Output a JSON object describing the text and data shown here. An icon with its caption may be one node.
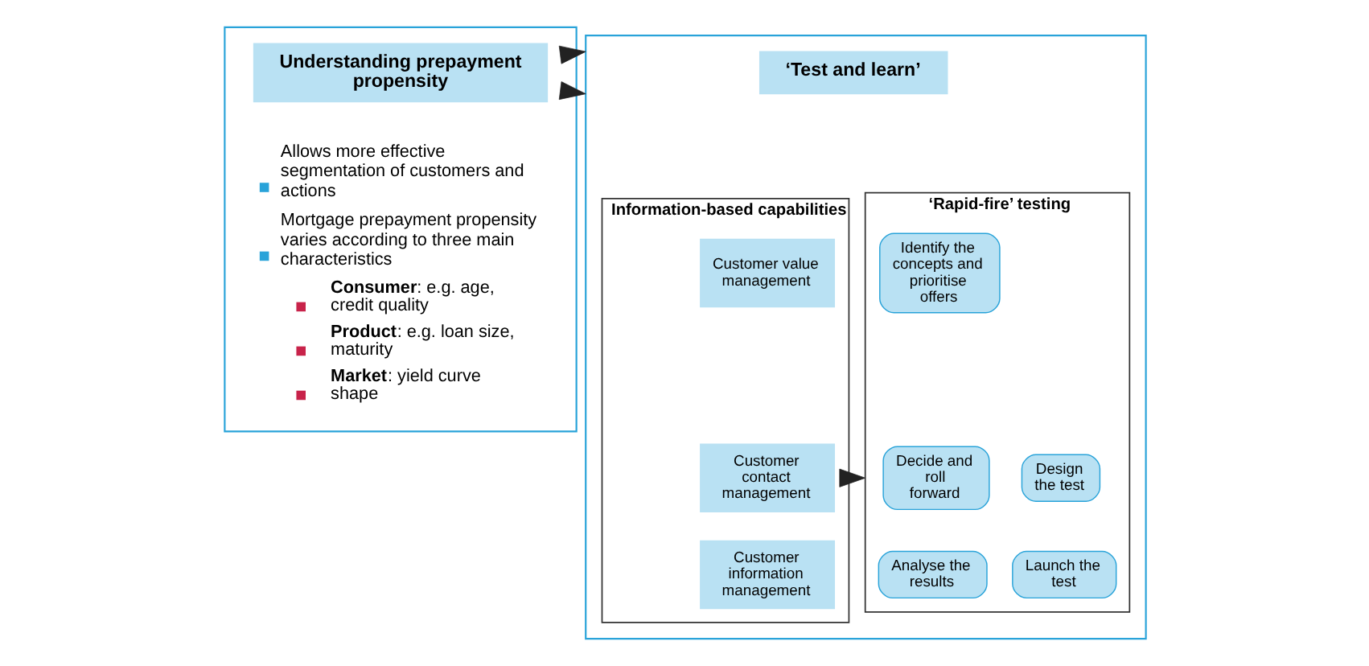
{
  "diagram": {
    "nodes": [
      {
        "text": [
          "Allows more effective segmentation of customers and actions",
          "Mortgage prepayment propensity varies according to three main characteristics",
          "**Consumer**: e.g. age, credit quality",
          "**Product**: e.g. loan size, maturity",
          "**Market**: yield curve shape"
        ]
      },
      {
        "text": [
          "Understanding prepayment propensity"
        ],
        "in": 0
      },
      {
        "text": [],
        "shape": "box"
      },
      {
        "text": [
          "‘Test and learn’"
        ],
        "in": 2
      },
      {
        "text": [
          "Information-based capabilities"
        ],
        "in": 2
      },
      {
        "text": [
          "Customer value management"
        ],
        "in": 4
      },
      {
        "text": [
          "Customer contact management"
        ],
        "in": 4
      },
      {
        "text": [
          "Customer information management"
        ],
        "in": 4
      },
      {
        "text": [
          "‘Rapid-fire’ testing"
        ],
        "in": 2
      },
      {
        "text": [
          "Identify the concepts and prioritise offers"
        ],
        "in": 8
      },
      {
        "text": [
          "Decide and roll forward"
        ],
        "in": 8
      },
      {
        "text": [
          "Design the test"
        ],
        "in": 8
      },
      {
        "text": [
          "Analyse the results"
        ],
        "in": 8
      },
      {
        "text": [
          "Launch the test"
        ],
        "in": 8
      }
    ],
    "edges": [
      {
        "from": 0,
        "to": 2,
        "arrow": "to"
      },
      {
        "from": 0,
        "to": 2,
        "arrow": "to"
      },
      {
        "from": 4,
        "to": 8,
        "arrow": "to"
      }
    ]
  }
}
